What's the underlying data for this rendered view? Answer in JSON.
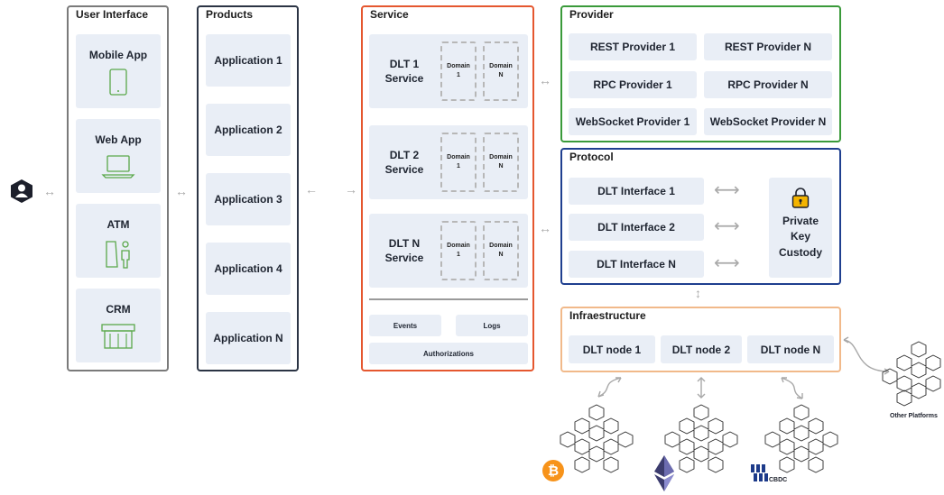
{
  "user_interface": {
    "title": "User Interface",
    "items": [
      {
        "label": "Mobile App",
        "icon": "mobile-phone-icon"
      },
      {
        "label": "Web App",
        "icon": "laptop-icon"
      },
      {
        "label": "ATM",
        "icon": "atm-user-icon"
      },
      {
        "label": "CRM",
        "icon": "storefront-icon"
      }
    ]
  },
  "products": {
    "title": "Products",
    "items": [
      "Application 1",
      "Application 2",
      "Application 3",
      "Application 4",
      "Application N"
    ]
  },
  "service": {
    "title": "Service",
    "services": [
      {
        "label": "DLT 1\nService",
        "domains": [
          "Domain\n1",
          "Domain\nN"
        ]
      },
      {
        "label": "DLT 2\nService",
        "domains": [
          "Domain\n1",
          "Domain\nN"
        ]
      },
      {
        "label": "DLT N\nService",
        "domains": [
          "Domain\n1",
          "Domain\nN"
        ]
      }
    ],
    "events": "Events",
    "logs": "Logs",
    "authorizations": "Authorizations"
  },
  "provider": {
    "title": "Provider",
    "items": [
      "REST Provider 1",
      "REST Provider N",
      "RPC Provider 1",
      "RPC Provider N",
      "WebSocket Provider 1",
      "WebSocket Provider N"
    ]
  },
  "protocol": {
    "title": "Protocol",
    "interfaces": [
      "DLT Interface 1",
      "DLT Interface 2",
      "DLT Interface N"
    ],
    "custody": "Private\nKey\nCustody"
  },
  "infrastructure": {
    "title": "Infraestructure",
    "nodes": [
      "DLT node 1",
      "DLT node 2",
      "DLT node N"
    ]
  },
  "networks": {
    "bitcoin_icon": "bitcoin-icon",
    "ethereum_icon": "ethereum-icon",
    "cbdc_label": "CBDC",
    "other_platforms": "Other Platforms"
  },
  "colors": {
    "user_interface_border": "#7a7a7a",
    "products_border": "#2b3444",
    "service_border": "#e5572f",
    "provider_border": "#3a9a3a",
    "protocol_border": "#1f3f8f",
    "infrastructure_border": "#f1b98a",
    "tile_bg": "#e9eef6",
    "icon_green": "#5aa84a"
  }
}
